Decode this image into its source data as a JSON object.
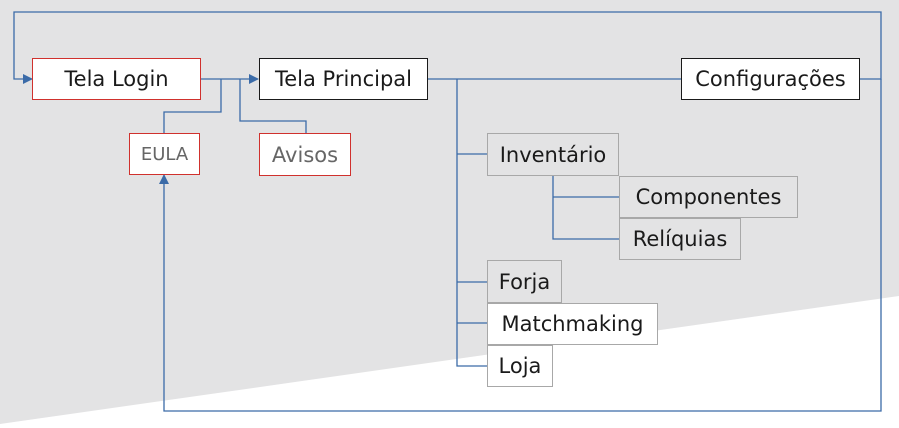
{
  "diagram": {
    "nodes": {
      "tela_login": "Tela Login",
      "tela_principal": "Tela Principal",
      "configuracoes": "Configurações",
      "eula": "EULA",
      "avisos": "Avisos",
      "inventario": "Inventário",
      "componentes": "Componentes",
      "reliquias": "Relíquias",
      "forja": "Forja",
      "matchmaking": "Matchmaking",
      "loja": "Loja"
    },
    "colors": {
      "background_band": "#e3e3e4",
      "connector": "#3b6ba8",
      "red_border": "#d0312d",
      "black_border": "#1a1a1a",
      "grey_border": "#a8a8a8"
    }
  }
}
